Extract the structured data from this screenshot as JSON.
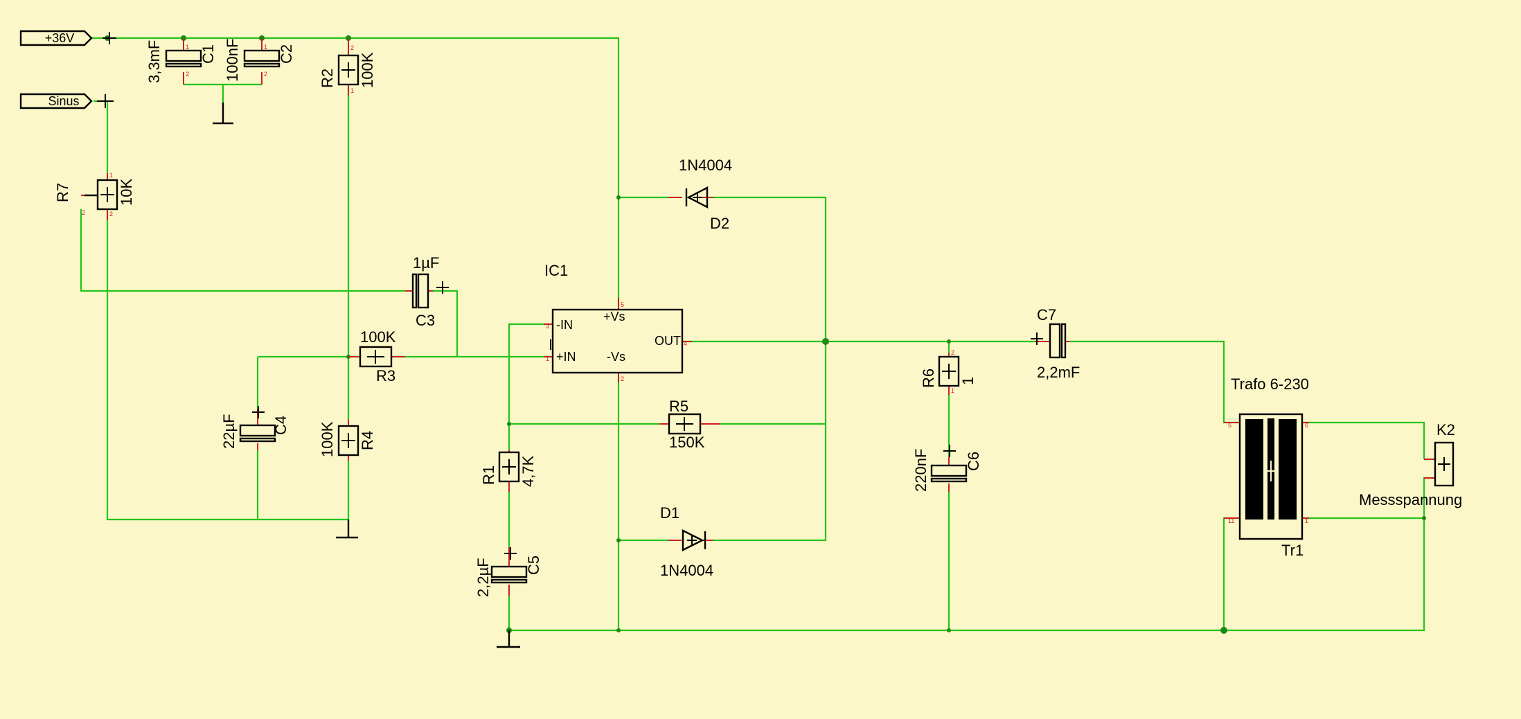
{
  "ports": {
    "vcc": "+36V",
    "sinus": "Sinus"
  },
  "components": {
    "c1": {
      "ref": "C1",
      "value": "3,3mF"
    },
    "c2": {
      "ref": "C2",
      "value": "100nF"
    },
    "c3": {
      "ref": "C3",
      "value": "1µF"
    },
    "c4": {
      "ref": "C4",
      "value": "22µF"
    },
    "c5": {
      "ref": "C5",
      "value": "2,2µF"
    },
    "c6": {
      "ref": "C6",
      "value": "220nF"
    },
    "c7": {
      "ref": "C7",
      "value": "2,2mF"
    },
    "r1": {
      "ref": "R1",
      "value": "4,7K"
    },
    "r2": {
      "ref": "R2",
      "value": "100K"
    },
    "r3": {
      "ref": "R3",
      "value": "100K"
    },
    "r4": {
      "ref": "R4",
      "value": "100K"
    },
    "r5": {
      "ref": "R5",
      "value": "150K"
    },
    "r6": {
      "ref": "R6",
      "value": "1"
    },
    "r7": {
      "ref": "R7",
      "value": "10K"
    },
    "d1": {
      "ref": "D1",
      "value": "1N4004"
    },
    "d2": {
      "ref": "D2",
      "value": "1N4004"
    },
    "ic1": {
      "ref": "IC1",
      "pins": {
        "inm": "-IN",
        "inp": "+IN",
        "vsp": "+Vs",
        "vsm": "-Vs",
        "out": "OUT"
      }
    },
    "tr1": {
      "ref": "Tr1",
      "value": "Trafo 6-230"
    },
    "k2": {
      "ref": "K2",
      "value": "Messspannung"
    }
  },
  "colors": {
    "background": "#fbf7c8",
    "wire": "#22c41c",
    "pin_lead": "#cc2020",
    "symbol": "#000000"
  }
}
